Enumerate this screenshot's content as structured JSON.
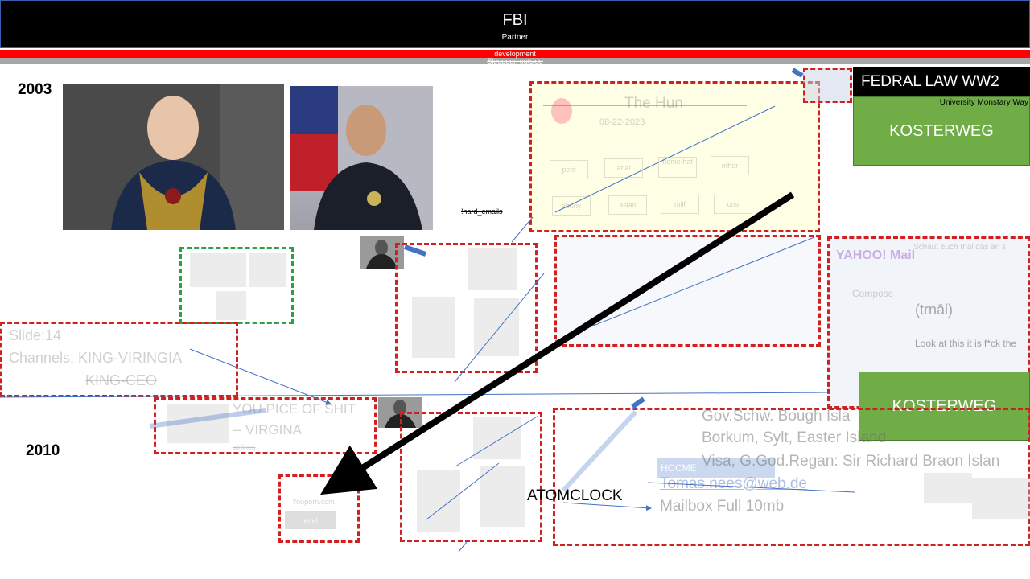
{
  "header": {
    "title": "FBI",
    "subtitle": "Partner",
    "bar_red_label": "development",
    "bar_gray_label": "Sleepogn outside"
  },
  "years": {
    "first": "2003",
    "second": "2010"
  },
  "labels": {
    "hard_emails": "!hard_emails",
    "fedral_law": "FEDRAL LAW WW2",
    "university": "University Monstary Way",
    "kosterweg_1": "KOSTERWEG",
    "kosterweg_2": "KOSTERWEG",
    "atomclock": "ATOMCLOCK"
  },
  "faded_card": {
    "title": "The Hun",
    "date": "08-22-2023",
    "tags": [
      "petit",
      "anal",
      "home hat",
      "other",
      "ebony",
      "asian",
      "milf",
      "oris"
    ]
  },
  "slide_box": {
    "line1": "Slide:14",
    "line2": "Channels: KING-VIRINGIA",
    "line3": "KING-CEO"
  },
  "virgina_box": {
    "line1": "YOU PICE OF SHIT",
    "line2": "-- VIRGINA",
    "line3": "airlines"
  },
  "youporn_box": {
    "site": "Youporn.com",
    "button": "anal"
  },
  "yahoo_box": {
    "brand": "YAHOO! Mail",
    "compose": "Compose",
    "note": "(trnāl)",
    "message": "Look at this it is f*ck the",
    "top_text": "Schaut euch mal das an s"
  },
  "bottom_box": {
    "line1": "Gov.Schw. Bough Isla",
    "line2": "Borkum, Sylt, Easter Island",
    "line3": "Visa, G.God.Regan: Sir Richard Braon Islan",
    "email": "Tomas.nees@web.de",
    "mailbox": "Mailbox Full 10mb",
    "hocme": "HOCME"
  },
  "colors": {
    "header_bg": "#000000",
    "red_bar": "#ff0000",
    "gray_bar": "#a6a6a6",
    "dash_red": "#d02020",
    "dash_green": "#2ea043",
    "green_button": "#70ad47",
    "arrow": "#000000",
    "connector": "#4472c4"
  }
}
